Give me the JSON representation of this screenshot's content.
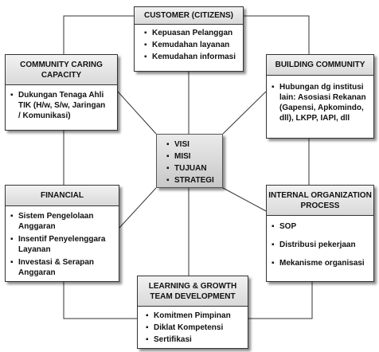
{
  "diagram": {
    "center": {
      "items": [
        "VISI",
        "MISI",
        "TUJUAN",
        "STRATEGI"
      ]
    },
    "customer": {
      "title": "CUSTOMER  (CITIZENS)",
      "items": [
        "Kepuasan Pelanggan",
        "Kemudahan layanan",
        "Kemudahan informasi"
      ]
    },
    "community_caring": {
      "title_line1": "COMMUNITY CARING",
      "title_line2": "CAPACITY",
      "item_line1": "Dukungan Tenaga Ahli",
      "item_line2": "TIK (H/w, S/w,  Jaringan",
      "item_line3": "/ Komunikasi)"
    },
    "building_community": {
      "title": "BUILDING COMMUNITY",
      "item_line1": "Hubungan dg institusi",
      "item_line2": "lain: Asosiasi Rekanan",
      "item_line3": "(Gapensi, Apkomindo,",
      "item_line4": "dll), LKPP, IAPI,  dll"
    },
    "financial": {
      "title": "FINANCIAL",
      "items": [
        [
          "Sistem Pengelolaan",
          "Anggaran"
        ],
        [
          "Insentif Penyelenggara",
          "Layanan"
        ],
        [
          "Investasi & Serapan",
          "Anggaran"
        ]
      ]
    },
    "internal_org": {
      "title_line1": "INTERNAL ORGANIZATION",
      "title_line2": "PROCESS",
      "items": [
        "SOP",
        "Distribusi pekerjaan",
        "Mekanisme organisasi"
      ]
    },
    "learning_growth": {
      "title_line1": "LEARNING & GROWTH",
      "title_line2": "TEAM DEVELOPMENT",
      "items": [
        "Komitmen Pimpinan",
        "Diklat Kompetensi",
        "Sertifikasi"
      ]
    }
  }
}
